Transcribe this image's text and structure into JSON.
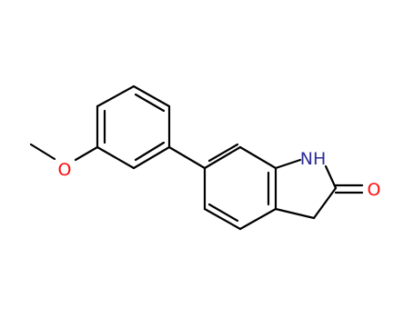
{
  "molecule": {
    "atoms": {
      "oxygen_methoxy": {
        "symbol": "O",
        "color": "#ff0d0d"
      },
      "nitrogen": {
        "symbol": "NH",
        "color": "#2c2c9a"
      },
      "oxygen_carbonyl": {
        "symbol": "O",
        "color": "#ff0d0d"
      }
    },
    "bond_color": "#000000"
  }
}
